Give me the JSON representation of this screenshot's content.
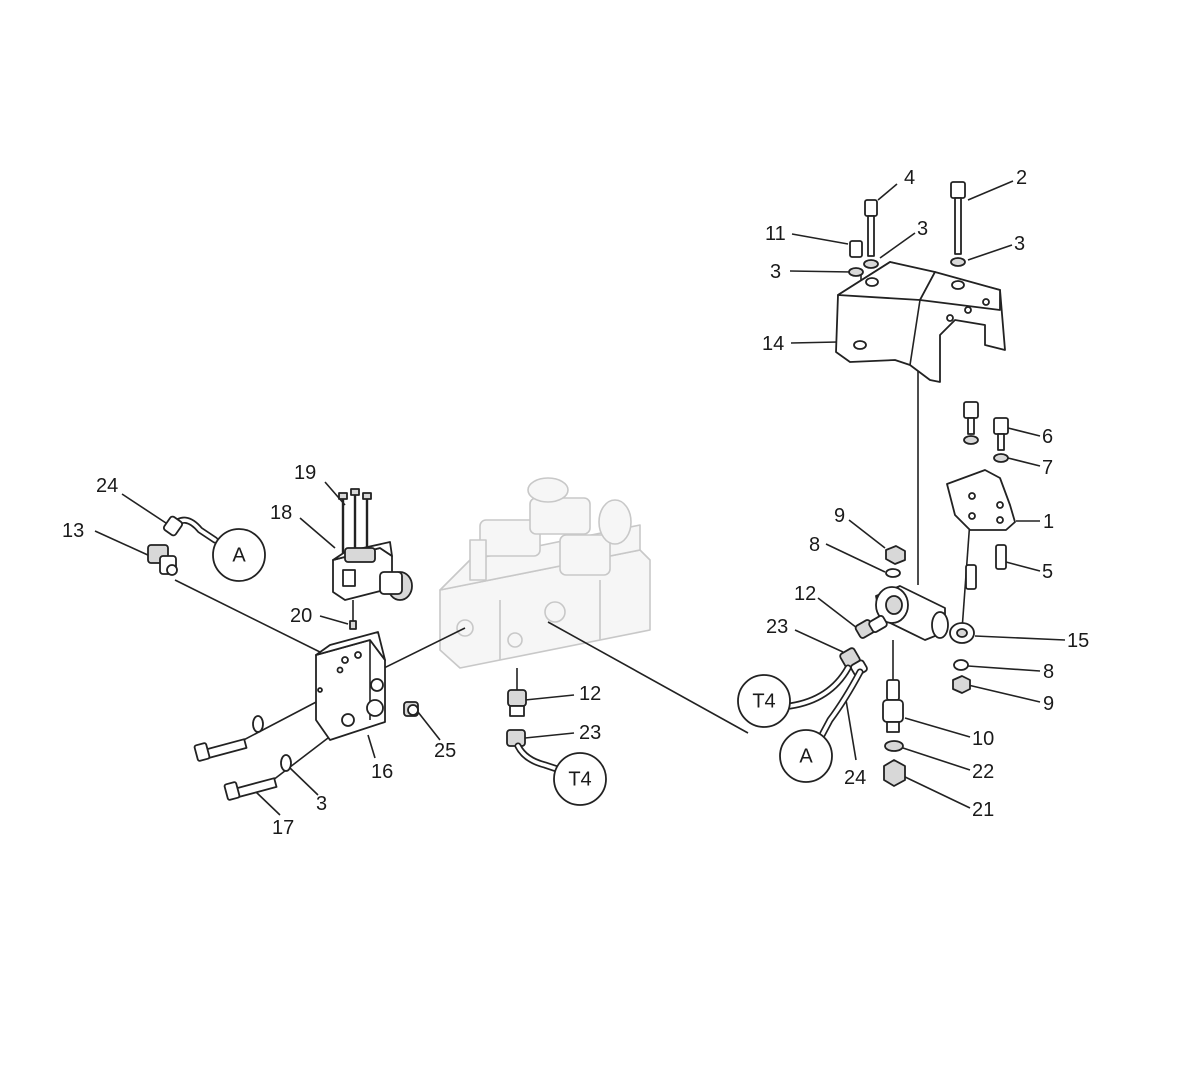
{
  "callouts": {
    "c1": "1",
    "c2": "2",
    "c3a": "3",
    "c3b": "3",
    "c3c": "3",
    "c3d": "3",
    "c4": "4",
    "c5": "5",
    "c6": "6",
    "c7": "7",
    "c8a": "8",
    "c8b": "8",
    "c9a": "9",
    "c9b": "9",
    "c10": "10",
    "c11": "11",
    "c12a": "12",
    "c12b": "12",
    "c13": "13",
    "c14": "14",
    "c15": "15",
    "c16": "16",
    "c17": "17",
    "c18": "18",
    "c19": "19",
    "c20": "20",
    "c21": "21",
    "c22": "22",
    "c23a": "23",
    "c23b": "23",
    "c24a": "24",
    "c24b": "24",
    "c25": "25"
  },
  "connectors": {
    "a_left": "A",
    "a_right": "A",
    "t4_center": "T4",
    "t4_right": "T4"
  }
}
